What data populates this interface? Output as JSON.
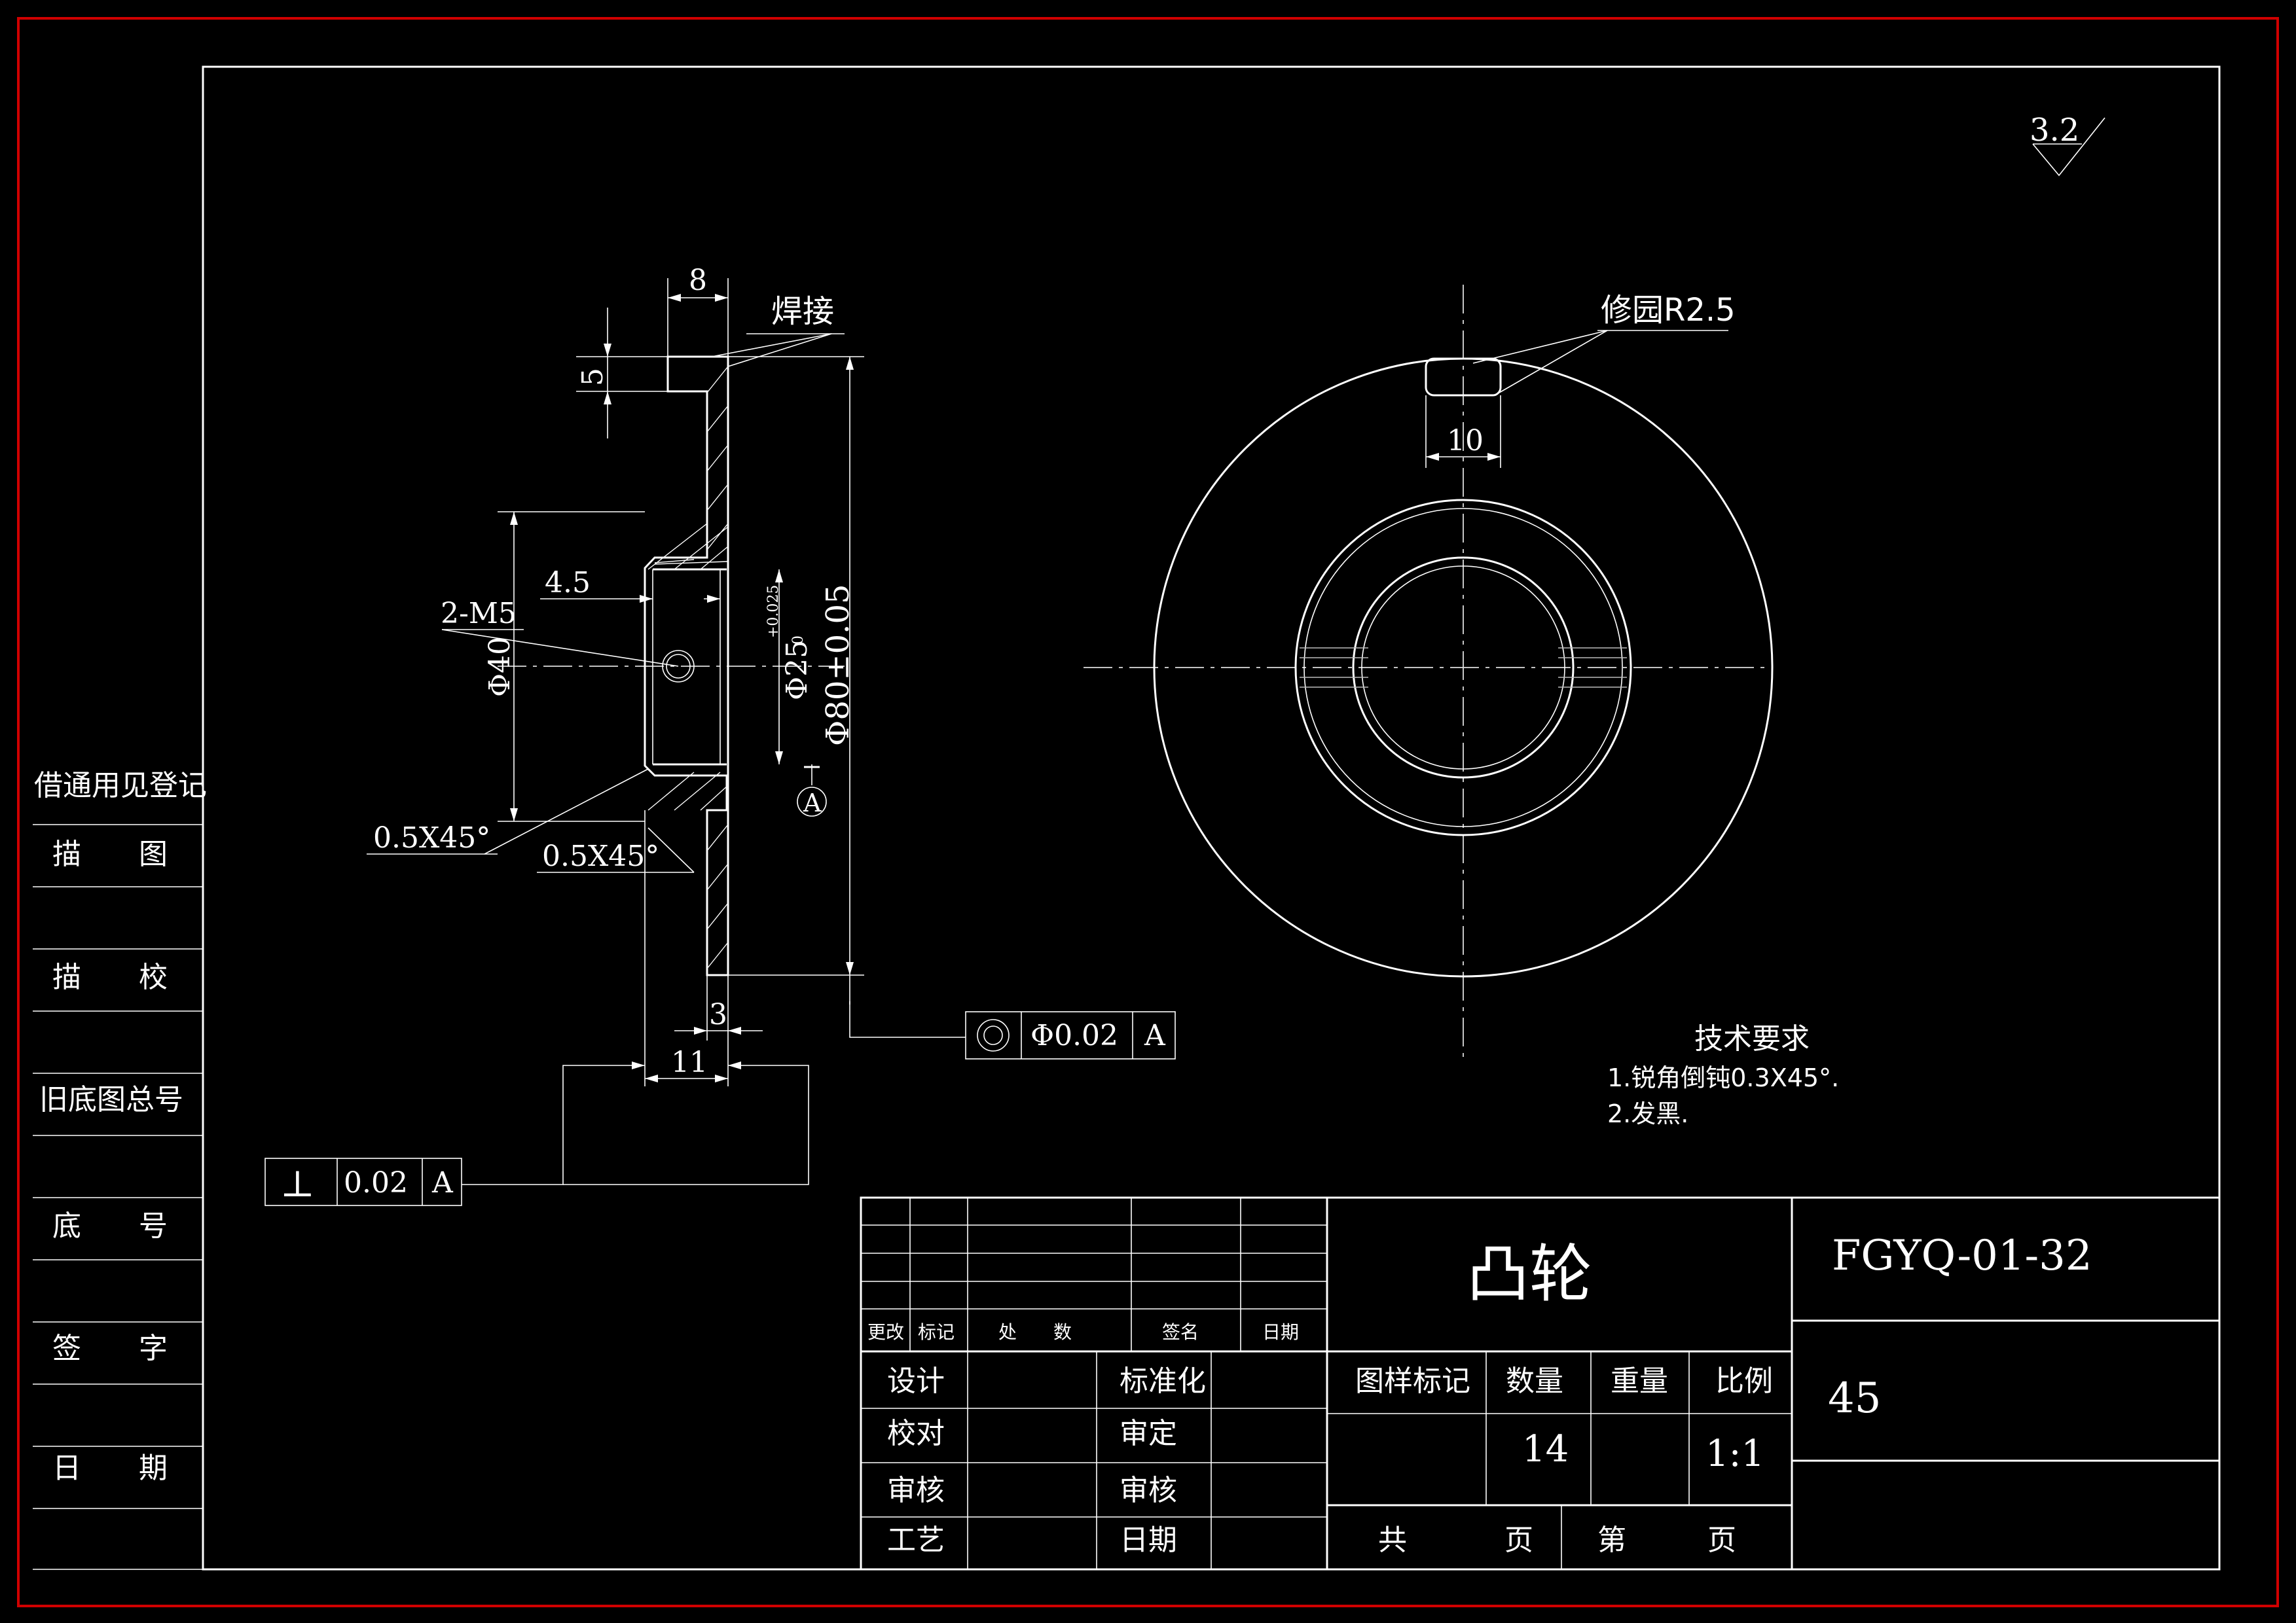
{
  "colors": {
    "background": "#000000",
    "line": "#ffffff",
    "frame": "#d00000"
  },
  "drawing": {
    "surface_finish": "3.2",
    "section_view": {
      "dim_width_top": "8",
      "weld_note": "焊接",
      "dim_lip": "5",
      "dim_hole_depth": "4.5",
      "thread_note": "2-M5",
      "dim_inner_dia": "Φ40",
      "dim_bore": "Φ25",
      "bore_tol_upper": "+0.025",
      "bore_tol_lower": "0",
      "dim_outer_dia": "Φ80±0.05",
      "datum": "A",
      "datum_marker_text": "A",
      "chamfer_left": "0.5X45°",
      "chamfer_right": "0.5X45°",
      "dim_flange": "3",
      "dim_width_bottom": "11"
    },
    "tolerance_perpendicular": {
      "symbol": "⊥",
      "value": "0.02",
      "datum": "A"
    },
    "tolerance_concentric": {
      "symbol": "◎",
      "value": "Φ0.02",
      "datum": "A"
    },
    "front_view": {
      "note": "修园R2.5",
      "dim_slot": "10"
    },
    "tech_requirements": {
      "title": "技术要求",
      "items": [
        "1.锐角倒钝0.3X45°.",
        "2.发黑."
      ]
    }
  },
  "side_table": {
    "rows": [
      "借通用见登记",
      "描　　图",
      "描　　校",
      "旧底图总号",
      "底　　号",
      "签　　字",
      "日　　期"
    ]
  },
  "title_block": {
    "part_name": "凸轮",
    "drawing_number": "FGYQ-01-32",
    "material": "45",
    "change_headers": [
      "更改",
      "标记",
      "处　　数",
      "签名",
      "日期"
    ],
    "sign_labels": [
      "设计",
      "校对",
      "审核",
      "工艺"
    ],
    "sign_labels_2": [
      "标准化",
      "审定",
      "审核",
      "日期"
    ],
    "props_headers": [
      "图样标记",
      "数量",
      "重量",
      "比例"
    ],
    "quantity": "14",
    "scale": "1:1",
    "sheet_total_label": "共",
    "sheet_no_label": "第",
    "page_label": "页"
  }
}
